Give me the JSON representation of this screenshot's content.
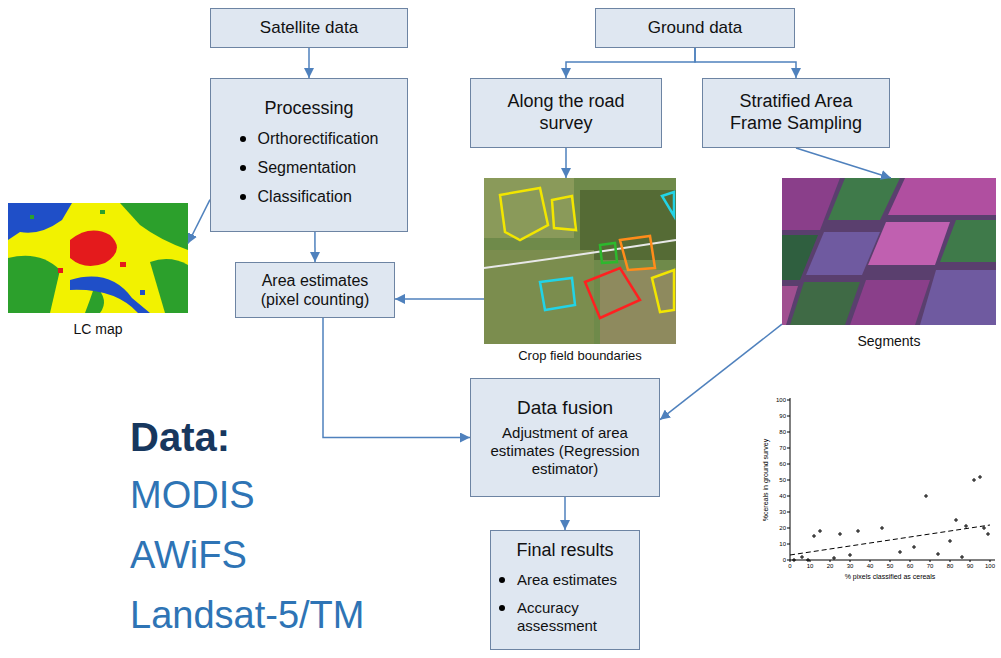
{
  "diagram": {
    "nodes": [
      {
        "text": [
          "Satellite data"
        ]
      },
      {
        "text": [
          "Ground data"
        ]
      },
      {
        "text": [
          "Processing",
          "Orthorectification",
          "Segmentation",
          "Classification"
        ]
      },
      {
        "text": [
          "Along the road survey"
        ]
      },
      {
        "text": [
          "Stratified Area Frame Sampling"
        ]
      },
      {
        "text": [
          "LC map"
        ]
      },
      {
        "text": [
          "Area estimates (pixel counting)"
        ]
      },
      {
        "text": [
          "Crop field boundaries"
        ]
      },
      {
        "text": [
          "Segments"
        ]
      },
      {
        "text": [
          "Data fusion",
          "Adjustment of area estimates (Regression estimator)"
        ]
      },
      {
        "text": [
          "Final results",
          "Area estimates",
          "Accuracy assessment"
        ]
      }
    ],
    "edges": [
      {
        "from": 0,
        "to": 2,
        "arrow": "to"
      },
      {
        "from": 1,
        "to": 3,
        "arrow": "to"
      },
      {
        "from": 1,
        "to": 4,
        "arrow": "to"
      },
      {
        "from": 2,
        "to": 5,
        "arrow": "to"
      },
      {
        "from": 2,
        "to": 6,
        "arrow": "to"
      },
      {
        "from": 3,
        "to": 7,
        "arrow": "to"
      },
      {
        "from": 4,
        "to": 8,
        "arrow": "to"
      },
      {
        "from": 7,
        "to": 6,
        "arrow": "to"
      },
      {
        "from": 6,
        "to": 9,
        "arrow": "to"
      },
      {
        "from": 8,
        "to": 9,
        "arrow": "to"
      },
      {
        "from": 9,
        "to": 10,
        "arrow": "to"
      }
    ],
    "labels": [
      "Data:",
      "MODIS",
      "AWiFS",
      "Landsat-5/TM",
      "% pixels classified as cereals",
      "%cereals in ground survey",
      "0",
      "10",
      "20",
      "30",
      "40",
      "50",
      "60",
      "70",
      "80",
      "90",
      "100",
      "0",
      "10",
      "20",
      "30",
      "40",
      "50",
      "60",
      "70",
      "80",
      "90",
      "100"
    ]
  }
}
